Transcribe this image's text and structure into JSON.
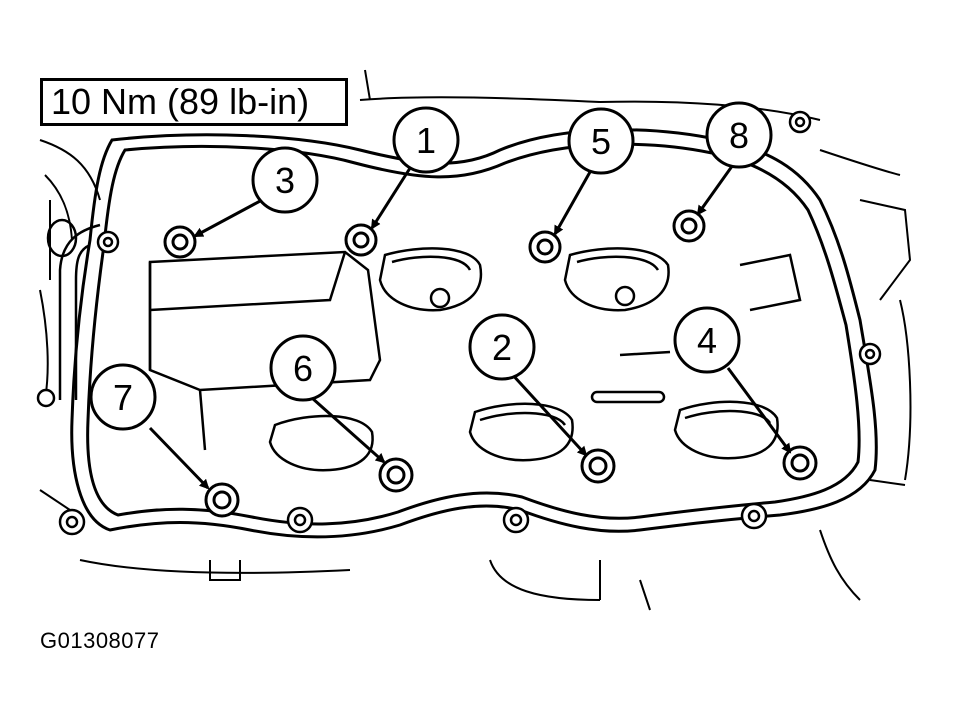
{
  "torque_spec": "10 Nm (89 lb-in)",
  "figure_id": "G01308077",
  "colors": {
    "line": "#000000",
    "background": "#ffffff"
  },
  "callouts": [
    {
      "label": "1"
    },
    {
      "label": "2"
    },
    {
      "label": "3"
    },
    {
      "label": "4"
    },
    {
      "label": "5"
    },
    {
      "label": "6"
    },
    {
      "label": "7"
    },
    {
      "label": "8"
    }
  ]
}
